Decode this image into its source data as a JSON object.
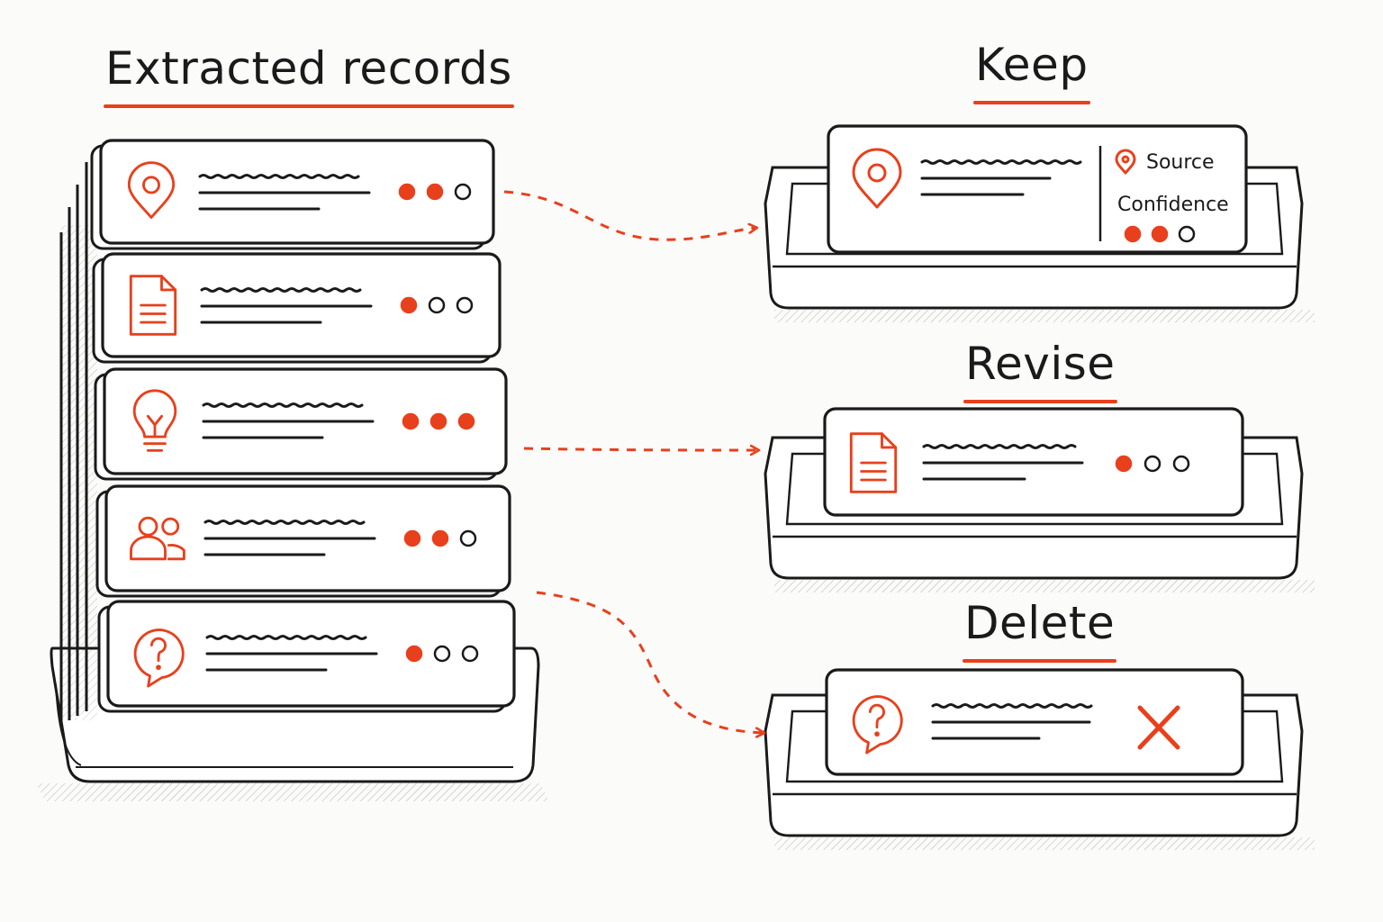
{
  "colors": {
    "accent": "#e8401c",
    "ink": "#1a1a1a",
    "card": "#ffffff",
    "background": "#fbfbfa"
  },
  "headings": {
    "extracted": "Extracted records",
    "keep": "Keep",
    "revise": "Revise",
    "delete": "Delete"
  },
  "stack": {
    "records": [
      {
        "icon": "map-pin-icon",
        "confidence": 2
      },
      {
        "icon": "document-icon",
        "confidence": 1
      },
      {
        "icon": "lightbulb-icon",
        "confidence": 3
      },
      {
        "icon": "people-icon",
        "confidence": 2
      },
      {
        "icon": "question-bubble-icon",
        "confidence": 1
      }
    ]
  },
  "keep_card": {
    "icon": "map-pin-icon",
    "source_label": "Source",
    "confidence_label": "Confidence",
    "confidence": 2
  },
  "revise_card": {
    "icon": "document-icon",
    "confidence": 1
  },
  "delete_card": {
    "icon": "question-bubble-icon",
    "mark": "delete-x-icon"
  },
  "flows": [
    {
      "from": "map-pin-record",
      "to": "keep"
    },
    {
      "from": "lightbulb-record",
      "to": "revise"
    },
    {
      "from": "people-record",
      "to": "delete"
    }
  ]
}
